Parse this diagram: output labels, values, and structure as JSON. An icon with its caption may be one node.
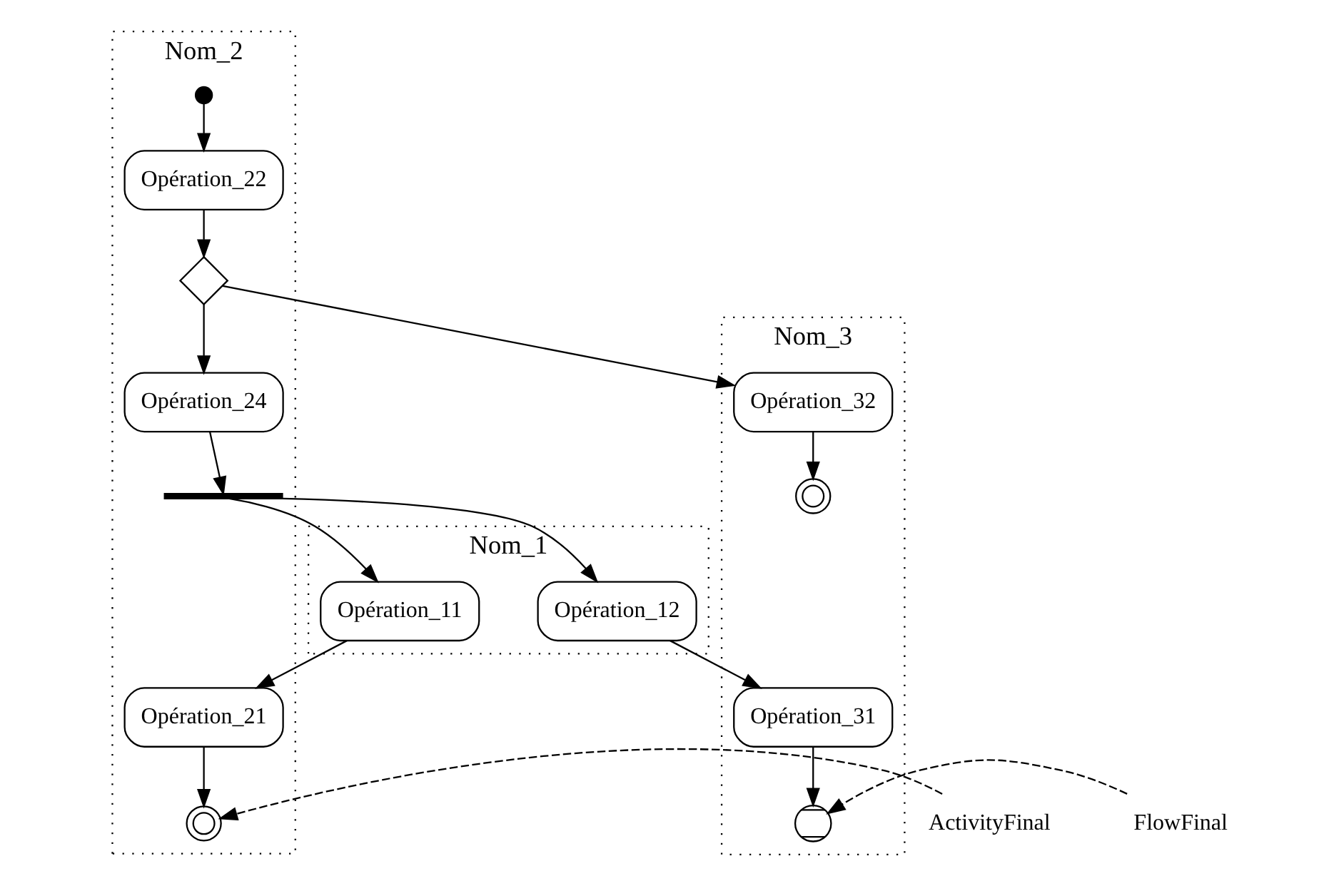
{
  "diagram": {
    "nodes": [
      {
        "text": [
          "Nom_2"
        ]
      },
      {
        "text": [
          "Nom_1"
        ]
      },
      {
        "text": [
          "Nom_3"
        ]
      },
      {
        "text": [],
        "shape": "circle",
        "in": 0
      },
      {
        "text": [
          "Opération_22"
        ],
        "in": 0
      },
      {
        "text": [],
        "shape": "diamond",
        "in": 0
      },
      {
        "text": [
          "Opération_24"
        ],
        "in": 0
      },
      {
        "text": [],
        "shape": "bar",
        "in": 0
      },
      {
        "text": [
          "Opération_21"
        ],
        "in": 0
      },
      {
        "text": [],
        "shape": "circle",
        "in": 0
      },
      {
        "text": [
          "Opération_11"
        ],
        "in": 1
      },
      {
        "text": [
          "Opération_12"
        ],
        "in": 1
      },
      {
        "text": [
          "Opération_32"
        ],
        "in": 2
      },
      {
        "text": [],
        "shape": "circle",
        "in": 2
      },
      {
        "text": [
          "Opération_31"
        ],
        "in": 2
      },
      {
        "text": [],
        "shape": "circle",
        "in": 2
      },
      {
        "text": [
          "ActivityFinal"
        ]
      },
      {
        "text": [
          "FlowFinal"
        ]
      }
    ],
    "edges": [
      {
        "from": 3,
        "to": 4,
        "arrow": "to"
      },
      {
        "from": 4,
        "to": 5,
        "arrow": "to"
      },
      {
        "from": 5,
        "to": 6,
        "arrow": "to"
      },
      {
        "from": 5,
        "to": 12,
        "arrow": "to"
      },
      {
        "from": 6,
        "to": 7,
        "arrow": "to"
      },
      {
        "from": 7,
        "to": 10,
        "arrow": "to"
      },
      {
        "from": 7,
        "to": 11,
        "arrow": "to"
      },
      {
        "from": 10,
        "to": 8,
        "arrow": "to"
      },
      {
        "from": 11,
        "to": 14,
        "arrow": "to"
      },
      {
        "from": 12,
        "to": 13,
        "arrow": "to"
      },
      {
        "from": 8,
        "to": 9,
        "arrow": "to"
      },
      {
        "from": 14,
        "to": 15,
        "arrow": "to"
      },
      {
        "from": 16,
        "to": 9,
        "arrow": "to",
        "style": "dashed"
      },
      {
        "from": 17,
        "to": 15,
        "arrow": "to",
        "style": "dashed"
      }
    ]
  }
}
